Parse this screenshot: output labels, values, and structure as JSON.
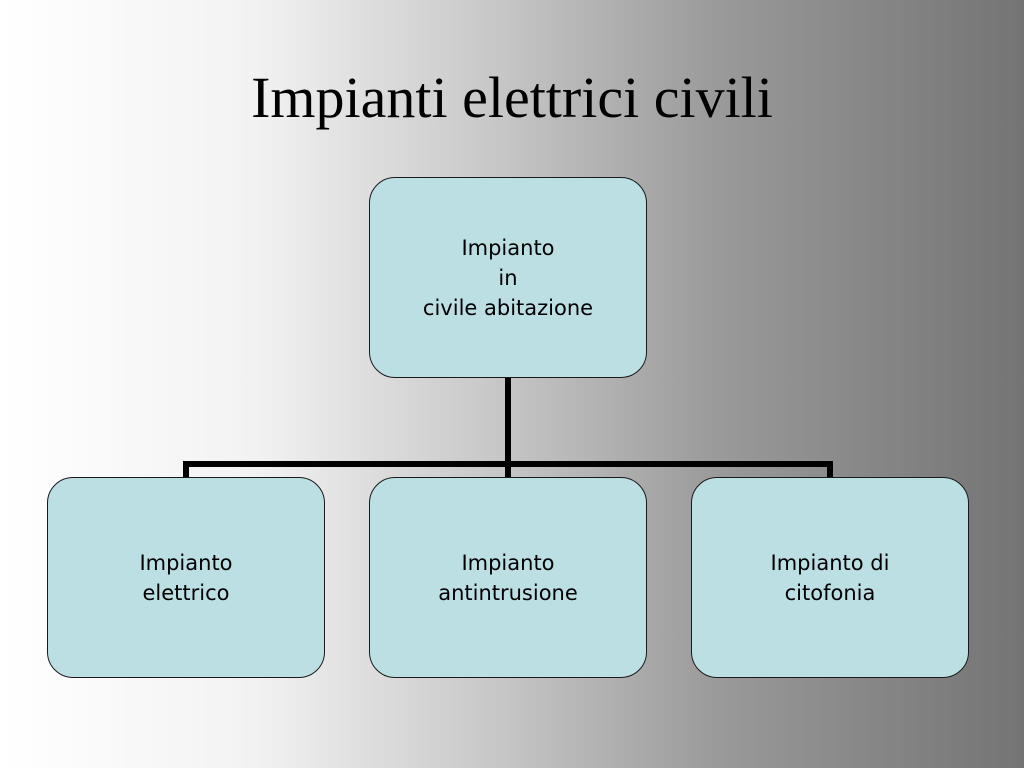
{
  "slide": {
    "title": "Impianti elettrici civili"
  },
  "diagram": {
    "root": {
      "lines": [
        "Impianto",
        "in",
        "civile abitazione"
      ]
    },
    "children": [
      {
        "lines": [
          "Impianto",
          "elettrico"
        ]
      },
      {
        "lines": [
          "Impianto",
          "antintrusione"
        ]
      },
      {
        "lines": [
          "Impianto di",
          "citofonia"
        ]
      }
    ]
  },
  "colors": {
    "node_fill": "#bcdfe4",
    "node_border": "#1a1a1a",
    "connector": "#000000"
  }
}
